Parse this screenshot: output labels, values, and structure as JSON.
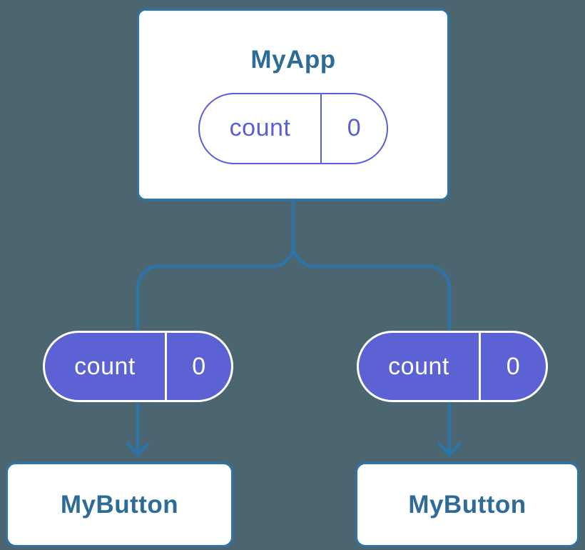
{
  "colors": {
    "bg": "#4C6671",
    "line": "#2E74A8",
    "text": "#2D6C96",
    "purpleFill": "#5C62D3",
    "purpleStroke": "#5A5ED8",
    "white": "#FFFFFF"
  },
  "diagram": {
    "root": {
      "title": "MyApp",
      "state": {
        "name": "count",
        "value": "0"
      }
    },
    "children": [
      {
        "title": "MyButton",
        "prop": {
          "name": "count",
          "value": "0"
        }
      },
      {
        "title": "MyButton",
        "prop": {
          "name": "count",
          "value": "0"
        }
      }
    ]
  }
}
